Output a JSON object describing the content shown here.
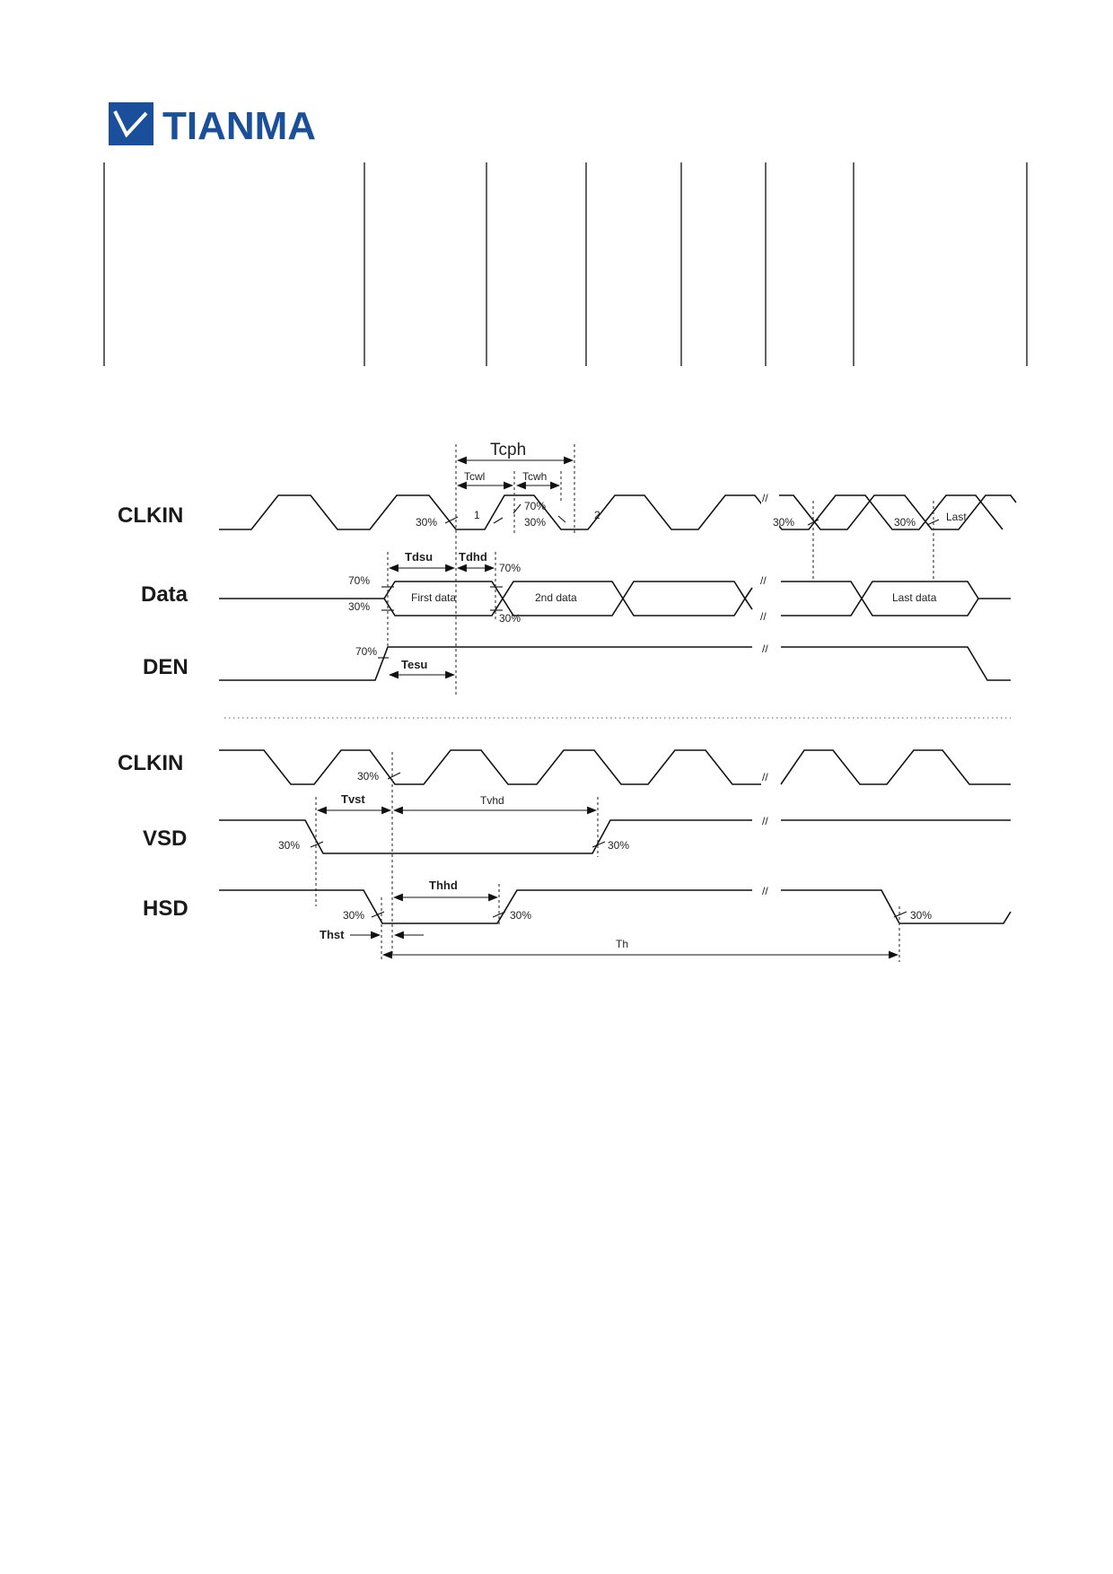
{
  "brand": {
    "name": "TIANMA",
    "color": "#1a4f9c"
  },
  "signals": {
    "clkin": "CLKIN",
    "data": "Data",
    "den": "DEN",
    "clkin2": "CLKIN",
    "vsd": "VSD",
    "hsd": "HSD"
  },
  "timing": {
    "tcph": "Tcph",
    "tcwl": "Tcwl",
    "tcwh": "Tcwh",
    "tdsu": "Tdsu",
    "tdhd": "Tdhd",
    "tesu": "Tesu",
    "tvst": "Tvst",
    "tvhd": "Tvhd",
    "thhd": "Thhd",
    "thst": "Thst",
    "th": "Th"
  },
  "levels": {
    "p30": "30%",
    "p70": "70%"
  },
  "cycles": {
    "c1": "1",
    "c2": "2",
    "last": "Last"
  },
  "data_cells": {
    "first": "First data",
    "second": "2nd data",
    "last": "Last data"
  },
  "break_mark": "//"
}
